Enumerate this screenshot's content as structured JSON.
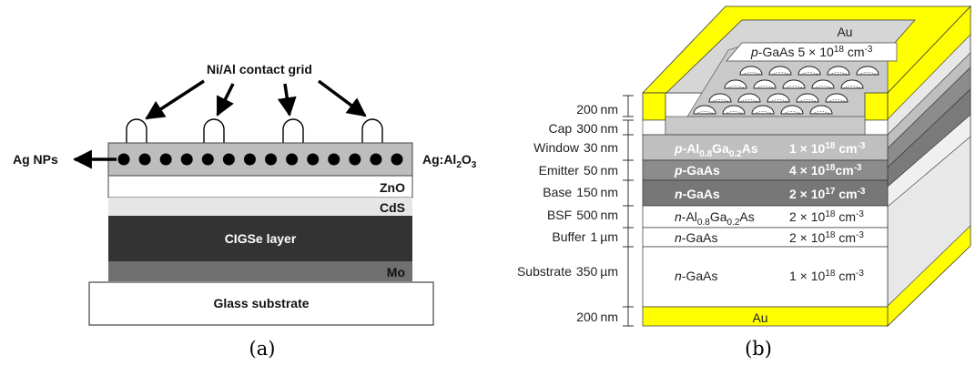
{
  "panel_a": {
    "caption": "(a)",
    "contact_grid_label": "Ni/Al contact grid",
    "np_label": "Ag NPs",
    "matrix_label": {
      "prefix": "Ag:Al",
      "sub1": "2",
      "mid": "O",
      "sub2": "3"
    },
    "layers": [
      {
        "key": "zno",
        "label": "ZnO",
        "color": "#ffffff"
      },
      {
        "key": "cds",
        "label": "CdS",
        "color": "#e6e6e6"
      },
      {
        "key": "cigse",
        "label": "CIGSe layer",
        "color": "#333333"
      },
      {
        "key": "mo",
        "label": "Mo",
        "color": "#707070"
      },
      {
        "key": "glass",
        "label": "Glass substrate",
        "color": "#ffffff"
      }
    ],
    "nanoparticle_count": 14
  },
  "panel_b": {
    "caption": "(b)",
    "contact_top": "Au",
    "contact_bottom": "Au",
    "accent_color": "#ffff00",
    "layers": [
      {
        "name": "200",
        "unit": "nm",
        "label": "",
        "material": "",
        "doping": ""
      },
      {
        "name": "Cap",
        "thickness": "300",
        "unit": "nm",
        "material": {
          "p": "p",
          "rest": "-GaAs"
        },
        "doping": {
          "coef": "5 × 10",
          "exp": "18",
          "unit": " cm",
          "uexp": "-3"
        }
      },
      {
        "name": "Window",
        "thickness": "30",
        "unit": "nm",
        "material": {
          "p": "p",
          "rest": "-Al",
          "s1": "0.8",
          "m": "Ga",
          "s2": "0.2",
          "end": "As"
        },
        "doping": {
          "coef": "1 × 10",
          "exp": "18",
          "unit": " cm",
          "uexp": "-3"
        }
      },
      {
        "name": "Emitter",
        "thickness": "50",
        "unit": "nm",
        "material": {
          "p": "p",
          "rest": "-GaAs"
        },
        "doping": {
          "coef": "4 × 10",
          "exp": "18",
          "unit": "cm",
          "uexp": "-3"
        }
      },
      {
        "name": "Base",
        "thickness": "150",
        "unit": "nm",
        "material": {
          "p": "n",
          "rest": "-GaAs"
        },
        "doping": {
          "coef": "2 × 10",
          "exp": "17",
          "unit": " cm",
          "uexp": "-3"
        }
      },
      {
        "name": "BSF",
        "thickness": "500",
        "unit": "nm",
        "material": {
          "p": "n",
          "rest": "-Al",
          "s1": "0.8",
          "m": "Ga",
          "s2": "0.2",
          "end": "As"
        },
        "doping": {
          "coef": "2 × 10",
          "exp": "18",
          "unit": " cm",
          "uexp": "-3"
        }
      },
      {
        "name": "Buffer",
        "thickness": "1",
        "unit": "µm",
        "material": {
          "p": "n",
          "rest": "-GaAs"
        },
        "doping": {
          "coef": "2 × 10",
          "exp": "18",
          "unit": " cm",
          "uexp": "-3"
        }
      },
      {
        "name": "Substrate",
        "thickness": "350",
        "unit": "µm",
        "material": {
          "p": "n",
          "rest": "-GaAs"
        },
        "doping": {
          "coef": "1 × 10",
          "exp": "18",
          "unit": " cm",
          "uexp": "-3"
        }
      },
      {
        "name": "200",
        "unit": "nm",
        "label": "",
        "material": "",
        "doping": ""
      }
    ]
  }
}
